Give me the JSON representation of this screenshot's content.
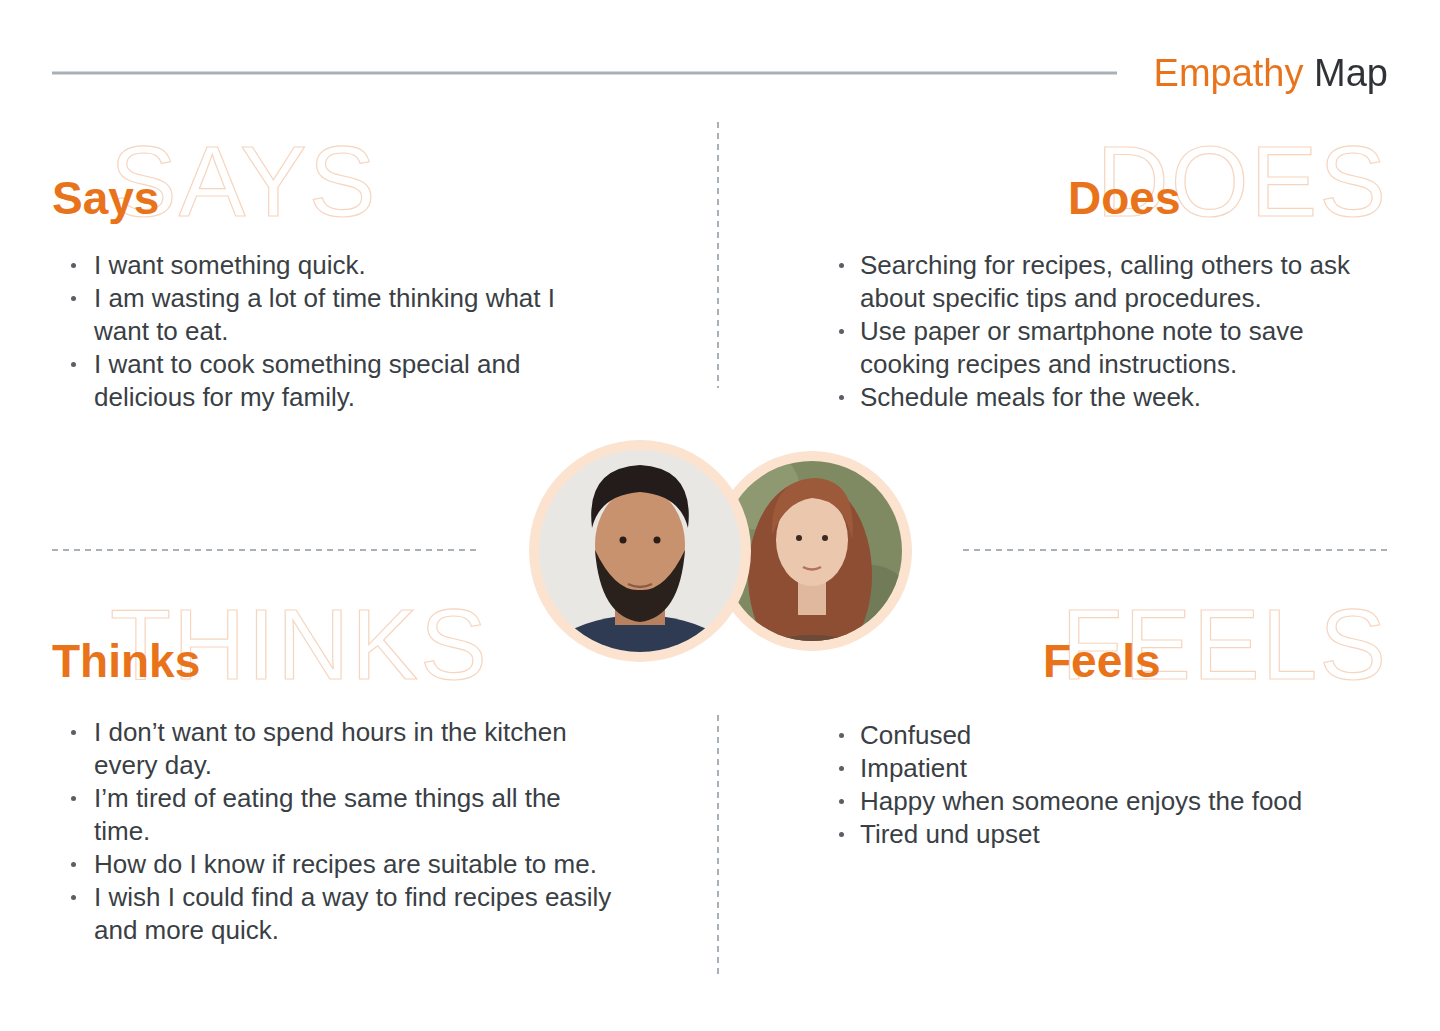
{
  "diagram": {
    "title": "Empathy Map",
    "nodes": [
      {
        "text": [
          "Says",
          "I want something quick.",
          "I am wasting a lot of time thinking what I want to eat.",
          "I want to cook something special and delicious for my family."
        ]
      },
      {
        "text": [
          "Does",
          "Searching for recipes, calling others to ask about specific tips and procedures.",
          "Use paper or smartphone note to save cooking recipes and instructions.",
          "Schedule meals for the week."
        ]
      },
      {
        "text": [
          "Thinks",
          "I don’t want to spend hours in the kitchen every day.",
          "I’m tired of eating the same things all the time.",
          "How do I know if recipes are suitable to me.",
          "I wish I could find a way to find recipes easily and more quick."
        ]
      },
      {
        "text": [
          "Feels",
          "Confused",
          "Impatient",
          "Happy when someone enjoys the food",
          "Tired und upset"
        ]
      }
    ],
    "labels": [
      "SAYS",
      "DOES",
      "THINKS",
      "FEELS"
    ]
  }
}
